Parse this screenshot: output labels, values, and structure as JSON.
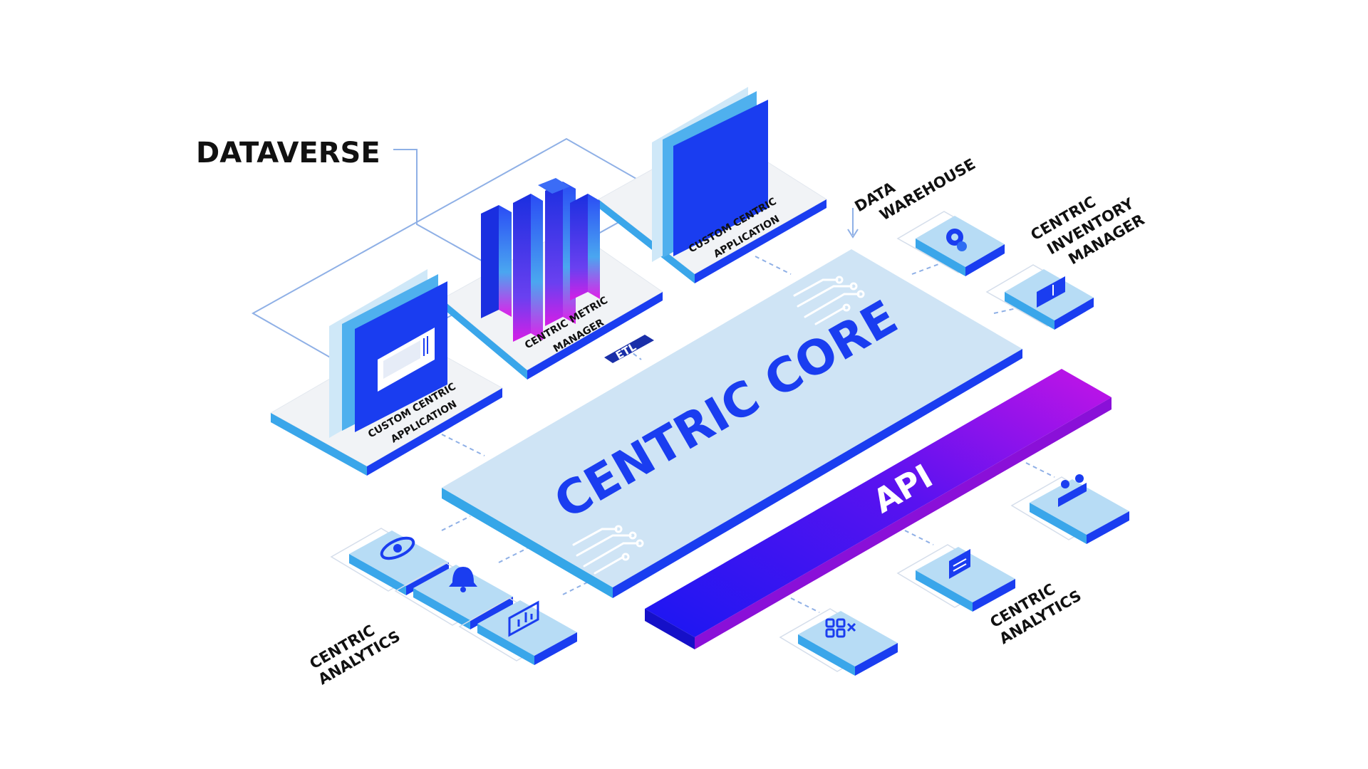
{
  "title": "DATAVERSE",
  "core": {
    "label": "CENTRIC CORE"
  },
  "api": {
    "label": "API"
  },
  "etl": {
    "label": "ETL"
  },
  "data_warehouse": {
    "line1": "DATA",
    "line2": "WAREHOUSE"
  },
  "inventory_manager": {
    "line1": "CENTRIC",
    "line2": "INVENTORY",
    "line3": "MANAGER"
  },
  "analytics_left": {
    "line1": "CENTRIC",
    "line2": "ANALYTICS"
  },
  "analytics_right": {
    "line1": "CENTRIC",
    "line2": "ANALYTICS"
  },
  "custom_app_top": {
    "line1": "CUSTOM CENTRIC",
    "line2": "APPLICATION"
  },
  "custom_app_left": {
    "line1": "CUSTOM CENTRIC",
    "line2": "APPLICATION"
  },
  "metric_manager": {
    "line1": "CENTRIC METRIC",
    "line2": "MANAGER"
  },
  "colors": {
    "accent_blue": "#1a3df0",
    "core_top": "#cfe4f5",
    "core_side": "#35a6e8",
    "api_magenta": "#c414e6",
    "tile_top": "#b7dcf5",
    "platform": "#f1f3f6",
    "outline": "#9fb9e6"
  },
  "icons": [
    "gear-icon",
    "cabinet-icon",
    "eye-icon",
    "bell-icon",
    "dashboard-icon",
    "apps-icon",
    "clipboard-icon",
    "users-icon",
    "circuit-icon"
  ]
}
